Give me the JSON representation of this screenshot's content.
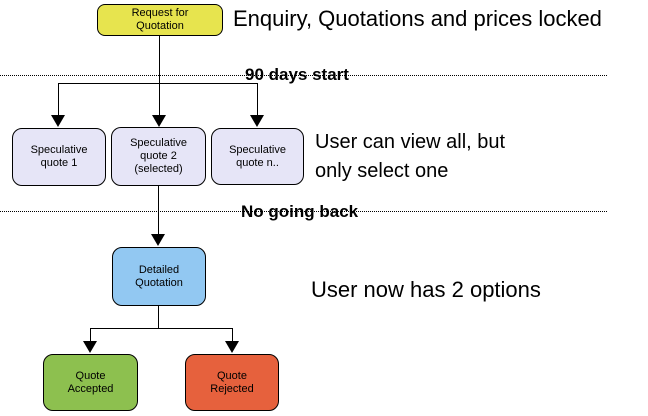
{
  "flowchart": {
    "nodes": {
      "request": {
        "label": "Request for\nQuotation",
        "color": "#e7e44e"
      },
      "spec1": {
        "label": "Speculative\nquote 1",
        "color": "#e6e5f7"
      },
      "spec2": {
        "label": "Speculative\nquote 2\n(selected)",
        "color": "#e6e5f7"
      },
      "spec3": {
        "label": "Speculative\nquote n..",
        "color": "#e6e5f7"
      },
      "detailed": {
        "label": "Detailed\nQuotation",
        "color": "#92c8f2"
      },
      "accepted": {
        "label": "Quote\nAccepted",
        "color": "#8dc04f"
      },
      "rejected": {
        "label": "Quote\nRejected",
        "color": "#e6613d"
      }
    },
    "annotations": {
      "prices_locked": "Enquiry, Quotations and prices locked",
      "ninety_days": "90 days start",
      "view_all": "User can view all, but\nonly select one",
      "no_going_back": "No going back",
      "two_options": "User now has 2 options"
    },
    "colors": {
      "background": "#ffffff",
      "connector": "#000000",
      "node_border": "#000000",
      "text": "#000000"
    }
  }
}
